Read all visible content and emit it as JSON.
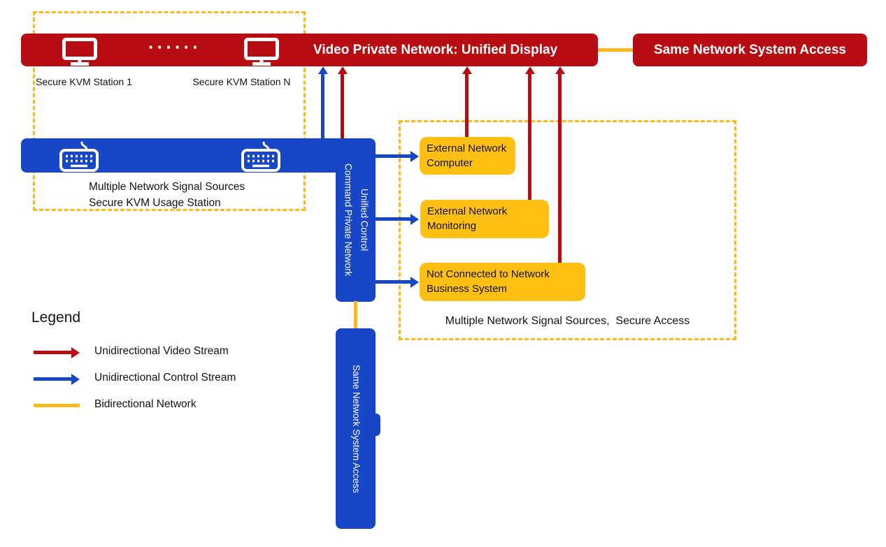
{
  "colors": {
    "red": "#B70D12",
    "blue": "#1747C6",
    "orange": "#FFB81C",
    "boxOrange": "#FFC013",
    "background": "#FFFFFF"
  },
  "video_network": {
    "label": "Video Private Network: Unified Display"
  },
  "same_network_right": {
    "label": "Same Network System Access"
  },
  "kvm_group": {
    "station_1": "Secure KVM Station 1",
    "station_n": "Secure KVM Station N",
    "dots": "······",
    "caption_line1": "Multiple Network Signal Sources",
    "caption_line2": "Secure KVM Usage Station"
  },
  "command_network": {
    "line1": "Command Private Network",
    "line2": "Unified Control"
  },
  "same_network_bottom": {
    "label": "Same Network System Access"
  },
  "secure_access_group": {
    "boxes": [
      {
        "line1": "External Network",
        "line2": "Computer"
      },
      {
        "line1": "External Network",
        "line2": "Monitoring"
      },
      {
        "line1": "Not Connected to Network",
        "line2": "Business System"
      }
    ],
    "caption": "Multiple Network Signal Sources,  Secure Access"
  },
  "legend": {
    "title": "Legend",
    "items": [
      {
        "label": "Unidirectional Video Stream"
      },
      {
        "label": "Unidirectional Control Stream"
      },
      {
        "label": "Bidirectional Network"
      }
    ]
  }
}
